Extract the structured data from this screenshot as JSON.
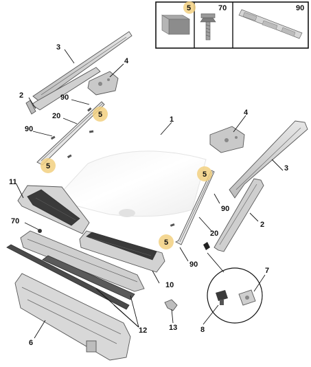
{
  "legend": {
    "items": [
      {
        "label": "5",
        "icon": "foam-block-icon"
      },
      {
        "label": "70",
        "icon": "screw-icon"
      },
      {
        "label": "90",
        "icon": "clip-strip-icon"
      }
    ]
  },
  "callouts": {
    "c1": "1",
    "c2_left": "2",
    "c2_right": "2",
    "c3_left": "3",
    "c3_right": "3",
    "c4_left": "4",
    "c4_right": "4",
    "c5_a": "5",
    "c5_b": "5",
    "c5_c": "5",
    "c5_d": "5",
    "c6": "6",
    "c7": "7",
    "c8": "8",
    "c10": "10",
    "c11": "11",
    "c12": "12",
    "c13": "13",
    "c20_left": "20",
    "c20_right": "20",
    "c70": "70",
    "c90_a": "90",
    "c90_b": "90",
    "c90_c": "90",
    "c90_d": "90"
  },
  "colors": {
    "highlight": "#f2d080",
    "part_fill": "#d9d9d9",
    "part_dark": "#3a3a3a",
    "line": "#111111"
  }
}
